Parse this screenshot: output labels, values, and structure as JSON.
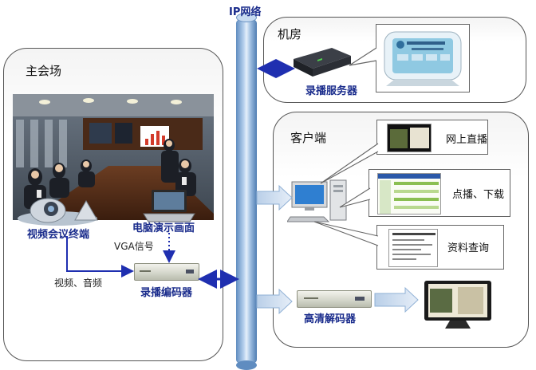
{
  "network": {
    "label": "IP网络"
  },
  "main_venue": {
    "title": "主会场",
    "terminal_label": "视频会议终端",
    "pc_label": "电脑演示画面",
    "vga_label": "VGA信号",
    "av_label": "视频、音频",
    "encoder_label": "录播编码器"
  },
  "machine_room": {
    "title": "机房",
    "server_label": "录播服务器"
  },
  "client": {
    "title": "客户端",
    "functions": [
      {
        "label": "网上直播"
      },
      {
        "label": "点播、下载"
      },
      {
        "label": "资料查询"
      }
    ],
    "decoder_label": "高清解码器"
  },
  "colors": {
    "arrow_blue": "#1f2fb0",
    "pipe_blue": "#7fa7d6",
    "label_blue": "#1a2c8c"
  }
}
